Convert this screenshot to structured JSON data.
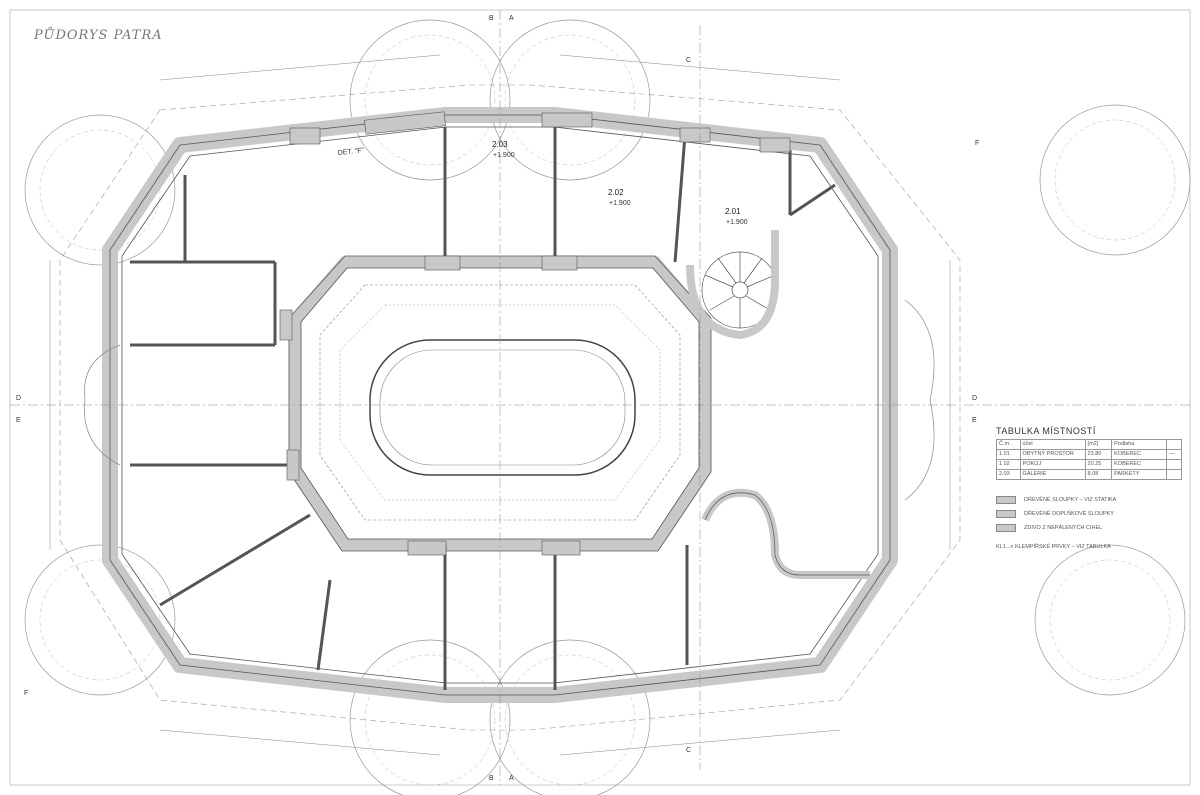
{
  "plan_title": "PŮDORYS PATRA",
  "detail_label": "DET. \"F\"",
  "rooms": [
    {
      "number": "2.01",
      "area": "+1.900"
    },
    {
      "number": "2.02",
      "area": "+1.900"
    },
    {
      "number": "2.03",
      "area": "+1.900"
    }
  ],
  "section_marks": {
    "a": "A",
    "b": "B",
    "c": "C",
    "d": "D",
    "e": "E",
    "f": "F"
  },
  "table": {
    "title": "TABULKA MÍSTNOSTÍ",
    "header": [
      "Č.m.",
      "účel",
      "[m2]",
      "Podlaha",
      ""
    ],
    "rows": [
      [
        "1.01",
        "OBYTNÝ PROSTOR",
        "23.80",
        "KOBEREC",
        "—"
      ],
      [
        "1.02",
        "POKOJ",
        "20.25",
        "KOBEREC",
        ""
      ],
      [
        "2.03",
        "GALERIE",
        "8.08",
        "PARKETY",
        ""
      ]
    ]
  },
  "legend": [
    {
      "label": "DŘEVĚNÉ SLOUPKY – VIZ STATIKA"
    },
    {
      "label": "DŘEVĚNÉ DOPLŇKOVÉ SLOUPKY"
    },
    {
      "label": "ZDIVO Z NEPÁLENÝCH CIHEL"
    }
  ],
  "note": "KL1...n  KLEMPÍŘSKÉ PRVKY – VIZ TABULKA",
  "colors": {
    "wall": "#c8c8c8",
    "line": "#555555",
    "dash": "#888888"
  }
}
